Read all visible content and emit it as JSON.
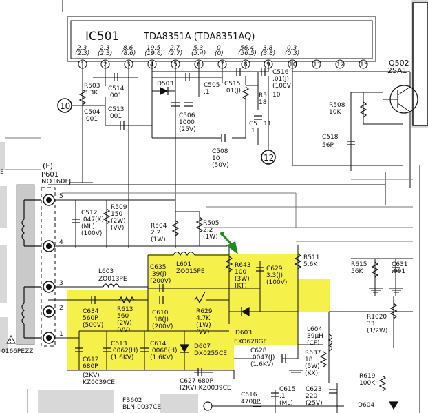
{
  "ic": {
    "name": "IC501",
    "part": "TDA8351A  (TDA8351AQ)",
    "voltages": [
      {
        "top": "2.3",
        "bot": "(2.3)"
      },
      {
        "top": "2.3",
        "bot": "(2.3)"
      },
      {
        "top": "8.6",
        "bot": "(8.6)"
      },
      {
        "top": "19.5",
        "bot": "(19.6)"
      },
      {
        "top": "2.7",
        "bot": "(2.7)"
      },
      {
        "top": "5.3",
        "bot": "(5.4)"
      },
      {
        "top": "0",
        "bot": "(0)"
      },
      {
        "top": "56.4",
        "bot": "(56.5)"
      },
      {
        "top": "3.8",
        "bot": "(3.8)"
      },
      {
        "top": "0.3",
        "bot": "(0.3)"
      }
    ],
    "pins": [
      "1",
      "2",
      "3",
      "4",
      "5",
      "6",
      "7",
      "8",
      "9",
      "10",
      "11",
      "12",
      "13"
    ]
  },
  "transistor": {
    "name": "Q502",
    "part": "2SA1"
  },
  "connector": {
    "name": "(F)",
    "ref": "P601",
    "part": "NO160FJ",
    "pins": [
      "5",
      "4",
      "3",
      "2",
      "1"
    ]
  },
  "refs": {
    "circle10": "10",
    "circle12": "12"
  },
  "components": {
    "R503": [
      "R503",
      "3.3K"
    ],
    "C514": [
      "C514",
      ".001"
    ],
    "C504": [
      "C504",
      ".001"
    ],
    "C513": [
      "C513",
      ".001"
    ],
    "D503": [
      "D503"
    ],
    "C505": [
      "C505",
      ".1"
    ],
    "C515": [
      "C515",
      ".01(J)"
    ],
    "C516": [
      "C516",
      ".01(J)",
      "(100V)"
    ],
    "C506": [
      "C506",
      "1000",
      "(25V)"
    ],
    "R5": [
      "R5",
      "18"
    ],
    "C5": [
      "C5",
      ".1"
    ],
    "C5b": [
      "11"
    ],
    "R10": [
      "10"
    ],
    "C508": [
      "C508",
      "10",
      "(50V)"
    ],
    "R508": [
      "R508",
      "10K"
    ],
    "C518": [
      "C518",
      "56P"
    ],
    "C512": [
      "C512",
      ".047(K)",
      "(ML)",
      "(100V)"
    ],
    "R509": [
      "R509",
      "150",
      "(2W)",
      "(VV)"
    ],
    "R504": [
      "R504",
      "2.2",
      "(1W)"
    ],
    "R505": [
      "R505",
      "2.2",
      "(1W)"
    ],
    "L603": [
      "L603",
      "ZO013PE"
    ],
    "C635": [
      "C635",
      ".39(J)",
      "(200V)"
    ],
    "L601": [
      "L601",
      "ZO015PE"
    ],
    "R643": [
      "R643",
      "100",
      "(3W)",
      "(KT)"
    ],
    "C629": [
      "C629",
      "3.3(J)",
      "(100V)"
    ],
    "R511": [
      "R511",
      "5.6K"
    ],
    "R615": [
      "R615",
      "56K"
    ],
    "C631": [
      "C631",
      ".001"
    ],
    "C634": [
      "C634",
      "560P",
      "(500V)"
    ],
    "R613": [
      "R613",
      "560",
      "(2W)",
      "(VV)"
    ],
    "C610": [
      "C610",
      ".18(J)",
      "(200V)"
    ],
    "R629": [
      "R629",
      "4.7K",
      "(1W)",
      "(VV)"
    ],
    "D603": [
      "D603"
    ],
    "R1020": [
      "R1020",
      "33",
      "(1/2W)"
    ],
    "L604": [
      "L604",
      "39µH",
      "(CF)"
    ],
    "EXO": [
      "EXO628GE"
    ],
    "C628": [
      "C628",
      ".0047(J)",
      "(1.6KV)"
    ],
    "R637": [
      "R637",
      "18",
      "(5W)",
      "(KX)"
    ],
    "C613": [
      "C613",
      ".0062(H)",
      "(1.6KV)"
    ],
    "C614": [
      "C614",
      ".0068(H)",
      "(1.6KV)"
    ],
    "D607": [
      "D607",
      "DX0255CE"
    ],
    "C612": [
      "C612",
      "680P"
    ],
    "C612b": [
      "(2KV)",
      "KZ0039CE"
    ],
    "C627": [
      "C627  680P",
      "(2KV)  KZ0039CE"
    ],
    "R619": [
      "R619",
      "100K"
    ],
    "C616": [
      "C616",
      "4700P"
    ],
    "C615": [
      "C615",
      ".1",
      "(ML)"
    ],
    "C623": [
      "C623",
      "220",
      "(25V)"
    ],
    "D604": [
      "D604"
    ],
    "FB602": [
      "FB602",
      "BLN-0037CE"
    ],
    "misc": [
      "0166PEZZ",
      "E"
    ]
  },
  "colors": {
    "highlight": "#f5f04a",
    "arrow": "#1f8a1f",
    "gray": "#d4d4d4"
  }
}
